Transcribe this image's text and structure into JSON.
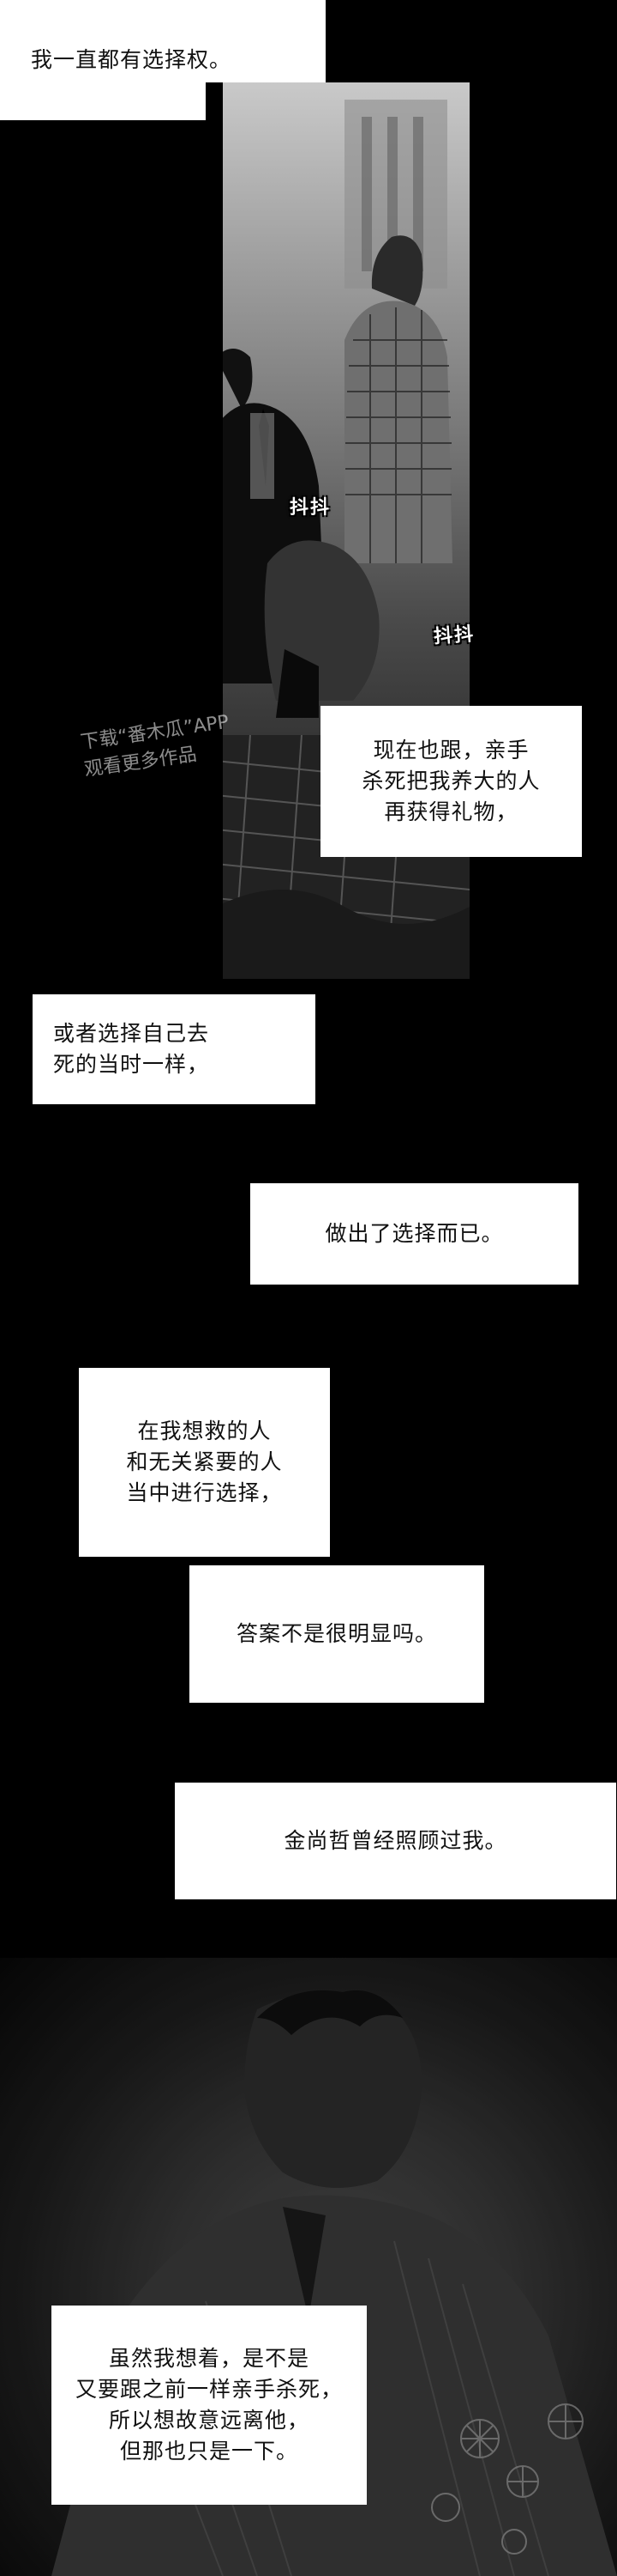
{
  "captions": {
    "c1": [
      "我一直都有选择权。"
    ],
    "c2": [
      "现在也跟，亲手",
      "杀死把我养大的人",
      "再获得礼物，"
    ],
    "c3": [
      "或者选择自己去",
      "死的当时一样，"
    ],
    "c4": [
      "做出了选择而已。"
    ],
    "c5": [
      "在我想救的人",
      "和无关紧要的人",
      "当中进行选择，"
    ],
    "c6": [
      "答案不是很明显吗。"
    ],
    "c7": [
      "金尚哲曾经照顾过我。"
    ],
    "c8": [
      "虽然我想着，是不是",
      "又要跟之前一样亲手杀死，",
      "所以想故意远离他，",
      "但那也只是一下。"
    ]
  },
  "sfx": {
    "s1": "抖抖",
    "s2": "抖抖"
  },
  "watermark": {
    "line1": "下载“番木瓜”APP",
    "line2": "观看更多作品"
  }
}
